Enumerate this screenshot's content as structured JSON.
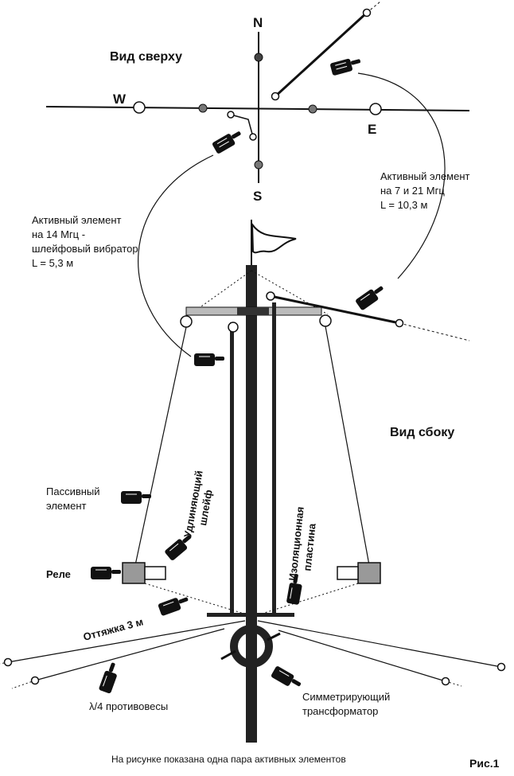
{
  "compass": {
    "north": "N",
    "south": "S",
    "east": "E",
    "west": "W"
  },
  "top_view": {
    "title": "Вид сверху"
  },
  "side_view": {
    "title": "Вид сбоку"
  },
  "labels": {
    "active_7_21": [
      "Активный элемент",
      "на 7 и 21 Мгц",
      "L = 10,3 м"
    ],
    "active_14": [
      "Активный элемент",
      "на 14 Мгц -",
      "шлейфовый вибратор",
      "L = 5,3 м"
    ],
    "passive": [
      "Пассивный",
      "элемент"
    ],
    "relay": "Реле",
    "extension_loop": [
      "Удлиняющий",
      "шлейф"
    ],
    "insulation_plate": [
      "Изоляционная",
      "пластина"
    ],
    "guy_wire": "Оттяжка 3 м",
    "counterpoise": "λ/4 противовесы",
    "balun": [
      "Симметрирующий",
      "трансформатор"
    ]
  },
  "caption": "На рисунке показана одна пара активных элементов",
  "figure_number": "Рис.1",
  "icons": {
    "pointer": "pointing-hand-icon",
    "flag": "flag-icon",
    "balun": "toroid-icon"
  }
}
